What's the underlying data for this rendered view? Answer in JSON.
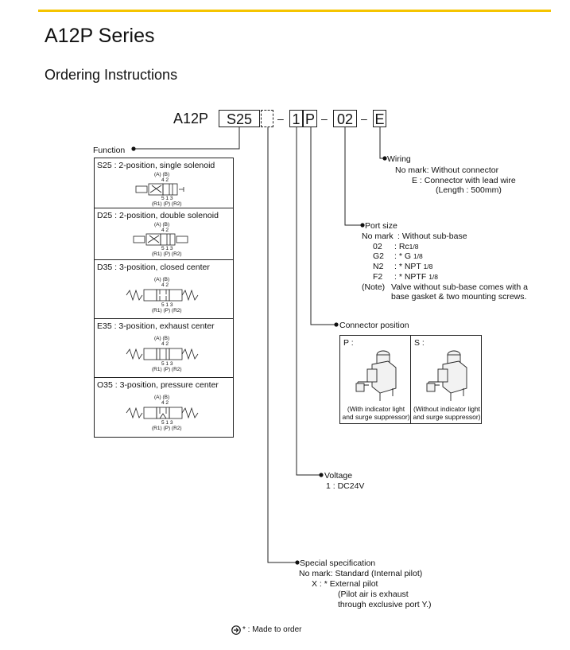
{
  "title": "A12P Series",
  "subtitle": "Ordering Instructions",
  "model_code": {
    "prefix": "A12P",
    "function": "S25",
    "special": "",
    "voltage": "1",
    "connector": "P",
    "port": "02",
    "wiring": "E",
    "separator": "–"
  },
  "function_section": {
    "label": "Function",
    "items": [
      {
        "label": "S25 : 2-position, single solenoid",
        "ports_top": "(A) (B)",
        "ports_top_nums": "4 2",
        "ports_bottom_nums": "5 1 3",
        "ports_bottom": "(R1) (P) (R2)"
      },
      {
        "label": "D25 : 2-position, double solenoid",
        "ports_top": "(A) (B)",
        "ports_top_nums": "4 2",
        "ports_bottom_nums": "5 1 3",
        "ports_bottom": "(R1) (P) (R2)"
      },
      {
        "label": "D35 : 3-position, closed center",
        "ports_top": "(A) (B)",
        "ports_top_nums": "4 2",
        "ports_bottom_nums": "5 1 3",
        "ports_bottom": "(R1) (P) (R2)"
      },
      {
        "label": "E35 : 3-position, exhaust center",
        "ports_top": "(A) (B)",
        "ports_top_nums": "4 2",
        "ports_bottom_nums": "5 1 3",
        "ports_bottom": "(R1) (P) (R2)"
      },
      {
        "label": "O35 : 3-position, pressure center",
        "ports_top": "(A) (B)",
        "ports_top_nums": "4 2",
        "ports_bottom_nums": "5 1 3",
        "ports_bottom": "(R1) (P) (R2)"
      }
    ]
  },
  "wiring": {
    "label": "Wiring",
    "lines": [
      "No mark: Without connector",
      "E      : Connector with lead wire",
      "(Length : 500mm)"
    ]
  },
  "port_size": {
    "label": "Port size",
    "rows": [
      {
        "key": "No mark",
        "val": ": Without sub-base"
      },
      {
        "key": "02",
        "val": ": Rc",
        "sub": "1/8"
      },
      {
        "key": "G2",
        "val": ": * G",
        "sub": "1/8"
      },
      {
        "key": "N2",
        "val": ": * NPT",
        "sub": "1/8"
      },
      {
        "key": "F2",
        "val": ": * NPTF",
        "sub": "1/8"
      }
    ],
    "note_key": "(Note)",
    "note_lines": [
      "Valve without sub-base comes with a",
      "base gasket & two mounting screws."
    ]
  },
  "connector_position": {
    "label": "Connector position",
    "options": [
      {
        "key": "P :",
        "caption_lines": [
          "(With indicator light",
          "and surge suppressor)"
        ]
      },
      {
        "key": "S :",
        "caption_lines": [
          "(Without indicator light",
          "and surge suppressor)"
        ]
      }
    ]
  },
  "voltage": {
    "label": "Voltage",
    "lines": [
      "1 : DC24V"
    ]
  },
  "special_spec": {
    "label": "Special specification",
    "lines": [
      "No mark: Standard (Internal pilot)",
      "X      : * External pilot",
      "(Pilot air is exhaust",
      "through exclusive port Y.)"
    ]
  },
  "footnote": {
    "text": "* : Made to order"
  }
}
